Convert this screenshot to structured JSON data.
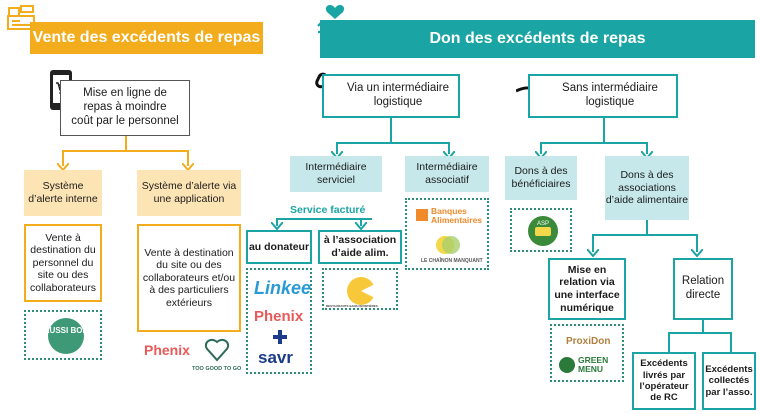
{
  "left": {
    "title": "Vente des excédents de repas",
    "top_box": "Mise en ligne de repas à moindre coût par le personnel",
    "sub1": "Système d’alerte interne",
    "sub2": "Système d’alerte via une application",
    "desc1": "Vente à destination du personnel du site ou des collaborateurs",
    "desc2": "Vente à destination du site ou des collaborateurs et/ou à des particuliers extérieurs",
    "logos1": [
      "AUSSI BON"
    ],
    "logos2": [
      "Phenix",
      "TOO GOOD TO GO"
    ]
  },
  "right": {
    "title": "Don des excédents de repas",
    "via": "Via un intermédiaire logistique",
    "sans": "Sans intermédiaire logistique",
    "serviciel": "Intermédiaire serviciel",
    "associatif": "Intermédiaire associatif",
    "service_facture": "Service facturé",
    "au_donateur": "au donateur",
    "association": "à l’association d’aide alim.",
    "logos_donateur": [
      "Linkee",
      "Phenix",
      "savr"
    ],
    "logos_association": [
      "RESTAURANTS SANS FRONTIÈRES"
    ],
    "logos_associatif": [
      "Banques Alimentaires",
      "LE CHAÎNON MANQUANT"
    ],
    "dons_beneficiaires": "Dons à des bénéficiaires",
    "dons_associations": "Dons à des associations d’aide alimentaire",
    "logos_beneficiaires": [
      "ASP"
    ],
    "interface": "Mise en relation via une interface numérique",
    "relation": "Relation directe",
    "logos_interface": [
      "ProxiDon",
      "GREEN MENU"
    ],
    "livres": "Excédents livrés par l’opérateur de RC",
    "collectes": "Excédents collectés par l’asso."
  },
  "colors": {
    "orange": "#f2ac1c",
    "teal": "#1aa4a4",
    "light_orange": "#fde4b5",
    "light_teal": "#c6e8ea"
  },
  "icons": [
    "cash-register-icon",
    "heart-hand-icon",
    "smartphone-cart-icon",
    "chain-link-icon",
    "arrow-right-icon"
  ]
}
